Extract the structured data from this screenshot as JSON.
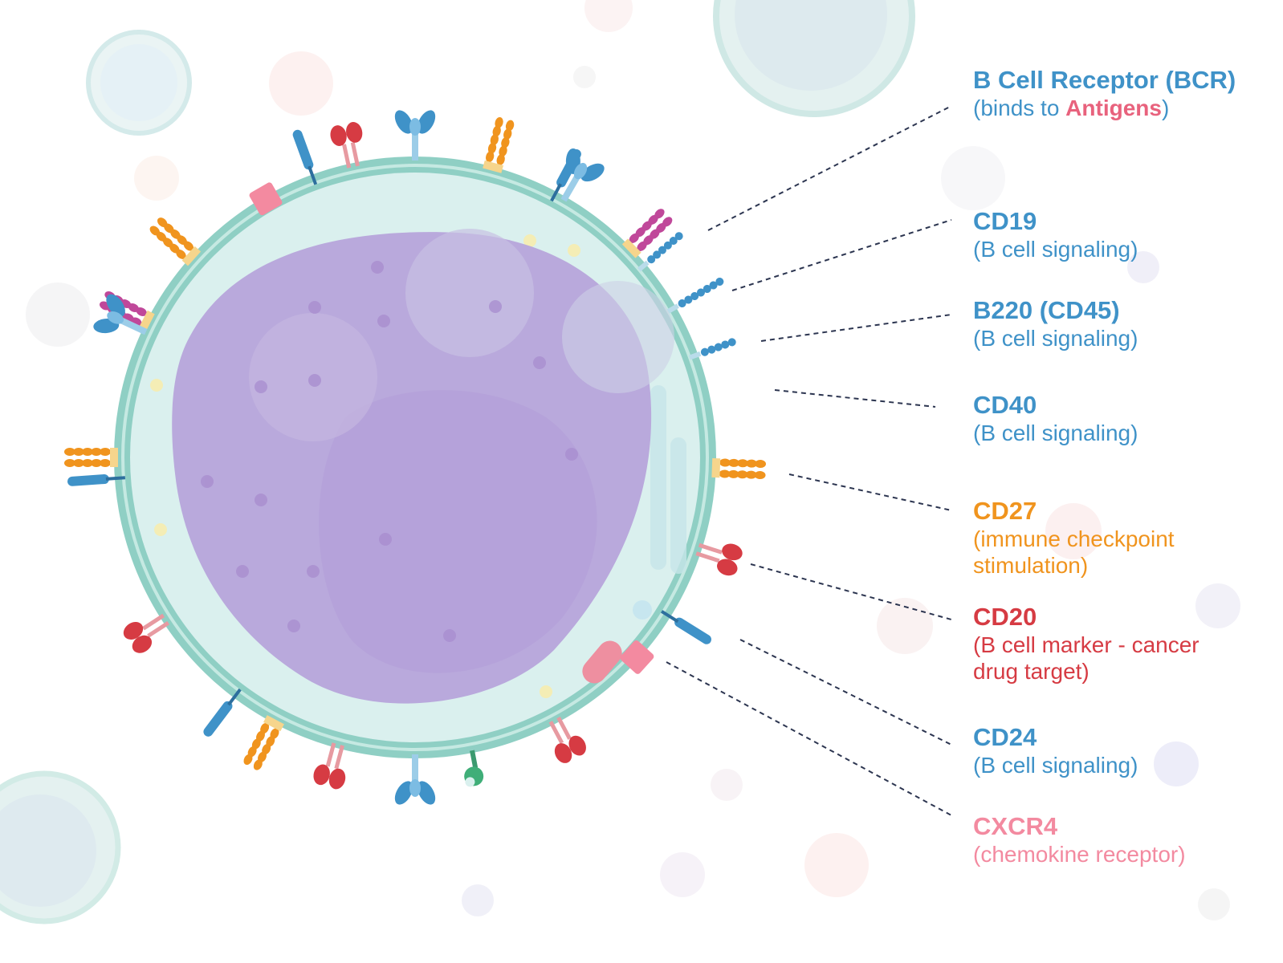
{
  "labels": [
    {
      "id": "bcr",
      "name": "B Cell Receptor (BCR)",
      "desc_prefix": "(binds to ",
      "desc_emph": "Antigens",
      "desc_suffix": ")",
      "color": "#3f92c8",
      "emph_color": "#e8627d"
    },
    {
      "id": "cd19",
      "name": "CD19",
      "desc": "(B cell signaling)",
      "color": "#3f92c8"
    },
    {
      "id": "b220",
      "name": "B220 (CD45)",
      "desc": "(B cell signaling)",
      "color": "#3f92c8"
    },
    {
      "id": "cd40",
      "name": "CD40",
      "desc": "(B cell signaling)",
      "color": "#3f92c8"
    },
    {
      "id": "cd27",
      "name": "CD27",
      "desc": "(immune checkpoint stimulation)",
      "color": "#f0941e"
    },
    {
      "id": "cd20",
      "name": "CD20",
      "desc": "(B cell marker - cancer drug target)",
      "color": "#d63b43"
    },
    {
      "id": "cd24",
      "name": "CD24",
      "desc": "(B cell signaling)",
      "color": "#3f92c8"
    },
    {
      "id": "cxcr4",
      "name": "CXCR4",
      "desc": "(chemokine receptor)",
      "color": "#f38aa0"
    }
  ],
  "palette": {
    "membrane": "#8fcfc4",
    "cytoplasm": "#daf0ee",
    "nucleus": "#b9a9dc",
    "blue": "#3f92c8",
    "orange": "#f0941e",
    "red": "#d63b43",
    "pink": "#f38aa0",
    "magenta": "#c0489a"
  }
}
